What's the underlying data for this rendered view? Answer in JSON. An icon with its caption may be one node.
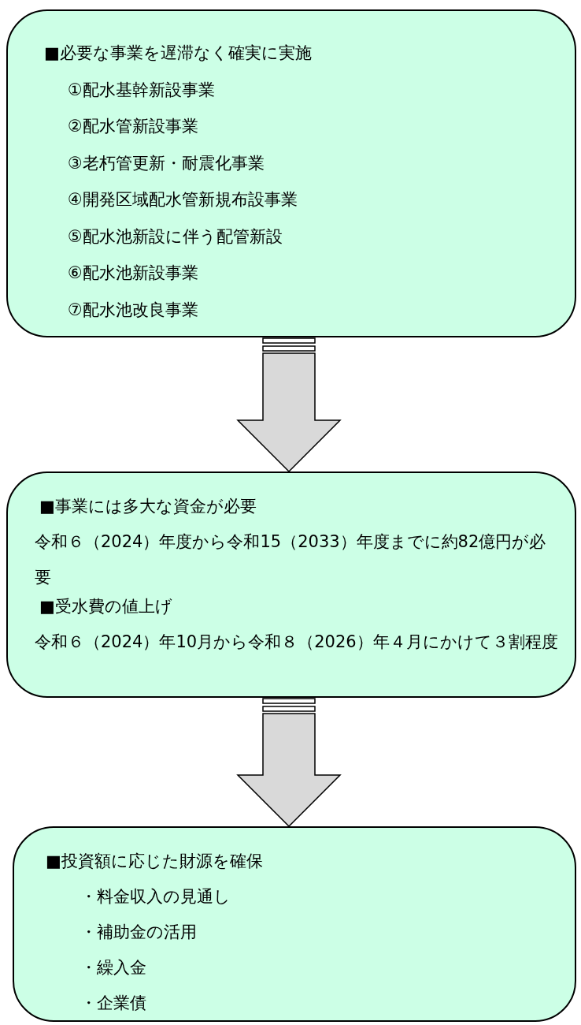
{
  "diagram": {
    "nodes": [
      {
        "text": [
          "■必要な事業を遅滞なく確実に実施",
          "①配水基幹新設事業",
          "②配水管新設事業",
          "③老朽管更新・耐震化事業",
          "④開発区域配水管新規布設事業",
          "⑤配水池新設に伴う配管新設",
          "⑥配水池新設事業",
          "⑦配水池改良事業"
        ]
      },
      {
        "text": [
          "■事業には多大な資金が必要",
          "令和６（2024）年度から令和15（2033）年度までに約82億円が必要",
          "■受水費の値上げ",
          "令和６（2024）年10月から令和８（2026）年４月にかけて３割程度"
        ]
      },
      {
        "text": [
          "■投資額に応じた財源を確保",
          "・料金収入の見通し",
          "・補助金の活用",
          "・繰入金",
          "・企業債"
        ]
      }
    ],
    "edges": [
      {
        "from": 0,
        "to": 1,
        "arrow": "to"
      },
      {
        "from": 1,
        "to": 2,
        "arrow": "to"
      }
    ]
  }
}
